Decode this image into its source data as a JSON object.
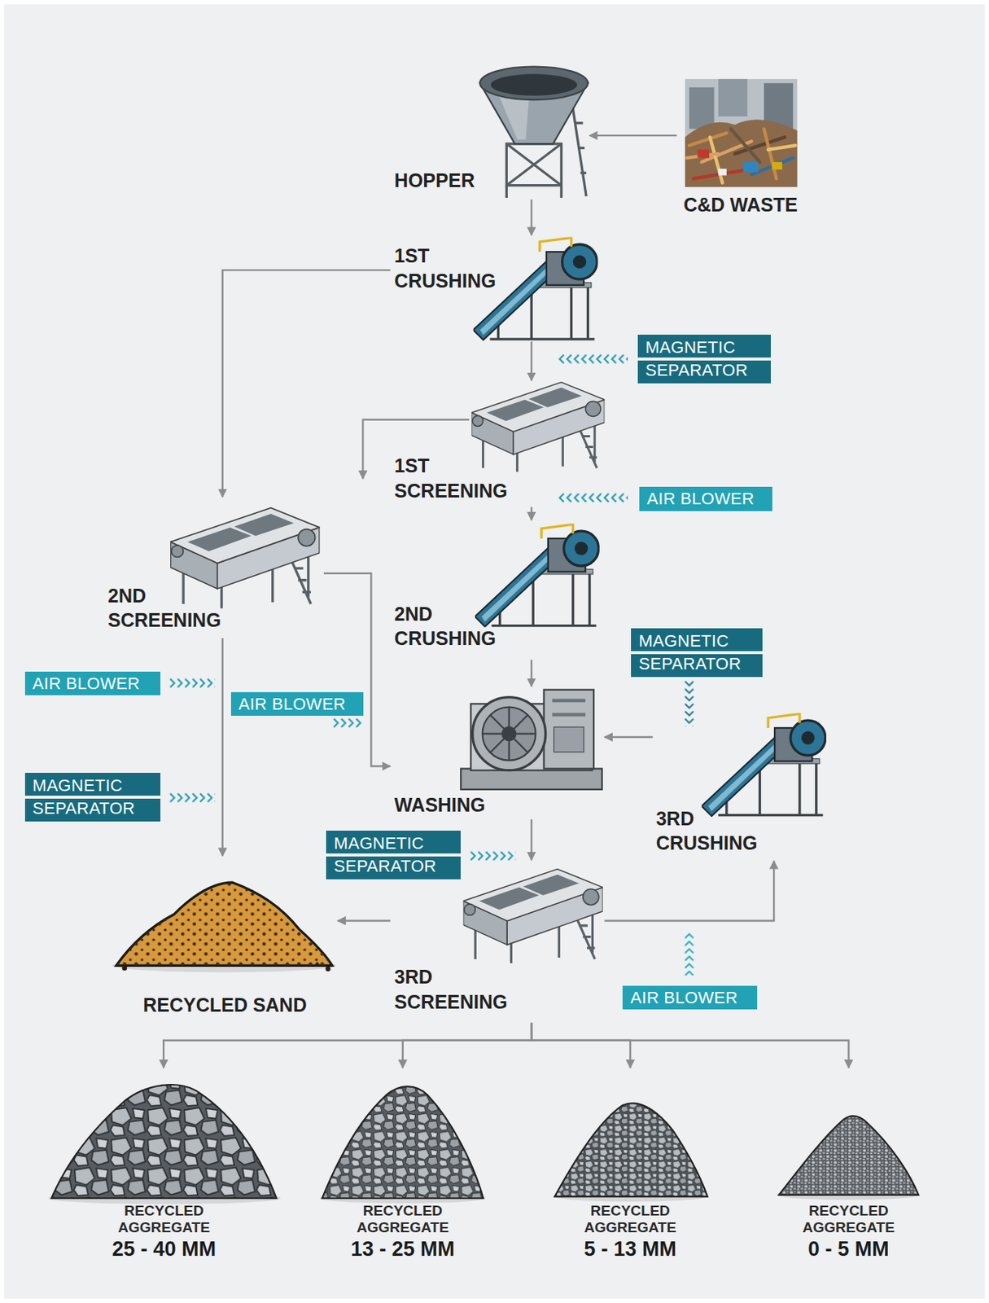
{
  "diagram": {
    "nodes": [
      {
        "text": [
          "HOPPER"
        ]
      },
      {
        "text": [
          "C&D WASTE"
        ]
      },
      {
        "text": [
          "1ST CRUSHING"
        ]
      },
      {
        "text": [
          "MAGNETIC SEPARATOR"
        ]
      },
      {
        "text": [
          "1ST SCREENING"
        ]
      },
      {
        "text": [
          "AIR BLOWER"
        ]
      },
      {
        "text": [
          "2ND SCREENING"
        ]
      },
      {
        "text": [
          "2ND CRUSHING"
        ]
      },
      {
        "text": [
          "MAGNETIC SEPARATOR"
        ]
      },
      {
        "text": [
          "AIR BLOWER"
        ]
      },
      {
        "text": [
          "AIR BLOWER"
        ]
      },
      {
        "text": [
          "WASHING"
        ]
      },
      {
        "text": [
          "MAGNETIC SEPARATOR"
        ]
      },
      {
        "text": [
          "3RD CRUSHING"
        ]
      },
      {
        "text": [
          "MAGNETIC SEPARATOR"
        ]
      },
      {
        "text": [
          "3RD SCREENING"
        ]
      },
      {
        "text": [
          "RECYCLED SAND"
        ]
      },
      {
        "text": [
          "AIR BLOWER"
        ]
      },
      {
        "text": [
          "RECYCLED AGGREGATE",
          "25 - 40 MM"
        ]
      },
      {
        "text": [
          "RECYCLED AGGREGATE",
          "13 - 25 MM"
        ]
      },
      {
        "text": [
          "RECYCLED AGGREGATE",
          "5 - 13 MM"
        ]
      },
      {
        "text": [
          "RECYCLED AGGREGATE",
          "0 - 5 MM"
        ]
      }
    ],
    "edges": [
      {
        "from": 1,
        "to": 0,
        "arrow": "to"
      },
      {
        "from": 0,
        "to": 2,
        "arrow": "to"
      },
      {
        "from": 2,
        "to": 6,
        "arrow": "to"
      },
      {
        "from": 2,
        "to": 4,
        "arrow": "to"
      },
      {
        "from": 4,
        "to": 7,
        "arrow": "to"
      },
      {
        "from": 7,
        "to": 11,
        "arrow": "to"
      },
      {
        "from": 6,
        "to": 11,
        "arrow": "to"
      },
      {
        "from": 6,
        "to": 16,
        "arrow": "to"
      },
      {
        "from": 11,
        "to": 15,
        "arrow": "to"
      },
      {
        "from": 15,
        "to": 16,
        "arrow": "to"
      },
      {
        "from": 15,
        "to": 13,
        "arrow": "to"
      },
      {
        "from": 13,
        "to": 11,
        "arrow": "to"
      },
      {
        "from": 15,
        "to": 18,
        "arrow": "to"
      },
      {
        "from": 15,
        "to": 19,
        "arrow": "to"
      },
      {
        "from": 15,
        "to": 20,
        "arrow": "to"
      },
      {
        "from": 15,
        "to": 21,
        "arrow": "to"
      }
    ]
  }
}
